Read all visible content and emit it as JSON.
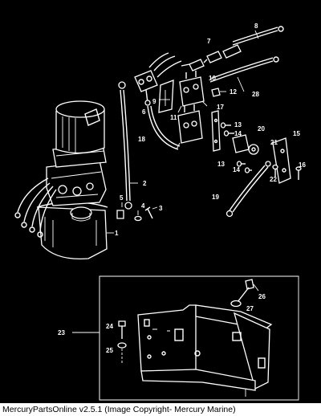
{
  "footer": {
    "caption": "MercuryPartsOnline v2.5.1 (Image Copyright- Mercury Marine)"
  },
  "callouts": {
    "c1": "1",
    "c2": "2",
    "c3": "3",
    "c4": "4",
    "c5": "5",
    "c6": "6",
    "c7": "7",
    "c8": "8",
    "c9": "9",
    "c10": "10",
    "c11": "11",
    "c12": "12",
    "c13a": "13",
    "c13b": "13",
    "c14a": "14",
    "c14b": "14",
    "c15": "15",
    "c16": "16",
    "c17": "17",
    "c18": "18",
    "c19": "19",
    "c20": "20",
    "c21": "21",
    "c22": "22",
    "c23": "23",
    "c24": "24",
    "c25": "25",
    "c26": "26",
    "c27": "27",
    "c28": "28"
  }
}
